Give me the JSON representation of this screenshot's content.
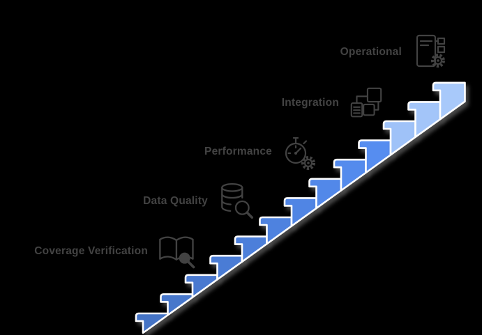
{
  "levels": [
    {
      "label": "Coverage Verification",
      "icon": "book-search-icon"
    },
    {
      "label": "Data Quality",
      "icon": "database-search-icon"
    },
    {
      "label": "Performance",
      "icon": "stopwatch-gear-icon"
    },
    {
      "label": "Integration",
      "icon": "integration-blocks-icon"
    },
    {
      "label": "Operational",
      "icon": "document-gear-icon"
    }
  ],
  "colors": {
    "background": "#000000",
    "label_text": "#434343",
    "icon_stroke": "#424242",
    "step_outline": "#FFFFFF",
    "shadow": "#808080"
  },
  "staircase": {
    "steps": 13,
    "step_colors": [
      "#4574C6",
      "#4777CB",
      "#4979D0",
      "#4A7CD5",
      "#4C7FDA",
      "#4E82DF",
      "#5085E4",
      "#5288E9",
      "#548BED",
      "#568DF0",
      "#9FC2F8",
      "#A3C5F9",
      "#A8C9FA"
    ]
  }
}
